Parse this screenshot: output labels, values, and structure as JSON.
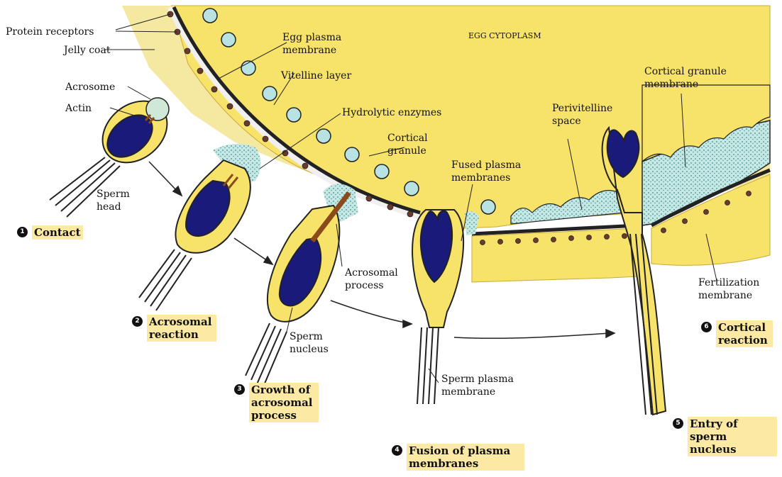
{
  "colors": {
    "cytoplasm": "#f7e36a",
    "jelly": "#f5e8a0",
    "nucleus": "#1a1a7a",
    "membrane": "#222222",
    "granule": "#b9e3e3",
    "space": "#c6e8e4",
    "highlight": "#fbe9a4",
    "actin": "#8b4a1a"
  },
  "labels": {
    "protein_receptors": "Protein receptors",
    "jelly_coat": "Jelly coat",
    "acrosome": "Acrosome",
    "actin": "Actin",
    "sperm_head": "Sperm head",
    "egg_plasma_membrane": "Egg plasma membrane",
    "egg_cytoplasm": "EGG CYTOPLASM",
    "vitelline_layer": "Vitelline layer",
    "hydrolytic_enzymes": "Hydrolytic enzymes",
    "cortical_granule": "Cortical granule",
    "fused_plasma_membranes": "Fused plasma membranes",
    "perivitelline_space": "Perivitelline space",
    "cortical_granule_membrane": "Cortical granule membrane",
    "acrosomal_process": "Acrosomal process",
    "sperm_nucleus": "Sperm nucleus",
    "sperm_plasma_membrane": "Sperm plasma membrane",
    "fertilization_membrane": "Fertilization membrane"
  },
  "steps": [
    {
      "num": "1",
      "text": "Contact"
    },
    {
      "num": "2",
      "text": "Acrosomal reaction"
    },
    {
      "num": "3",
      "text": "Growth of acrosomal process"
    },
    {
      "num": "4",
      "text": "Fusion of plasma membranes"
    },
    {
      "num": "6",
      "text": "Cortical reaction"
    },
    {
      "num": "5",
      "text": "Entry of sperm nucleus"
    }
  ]
}
